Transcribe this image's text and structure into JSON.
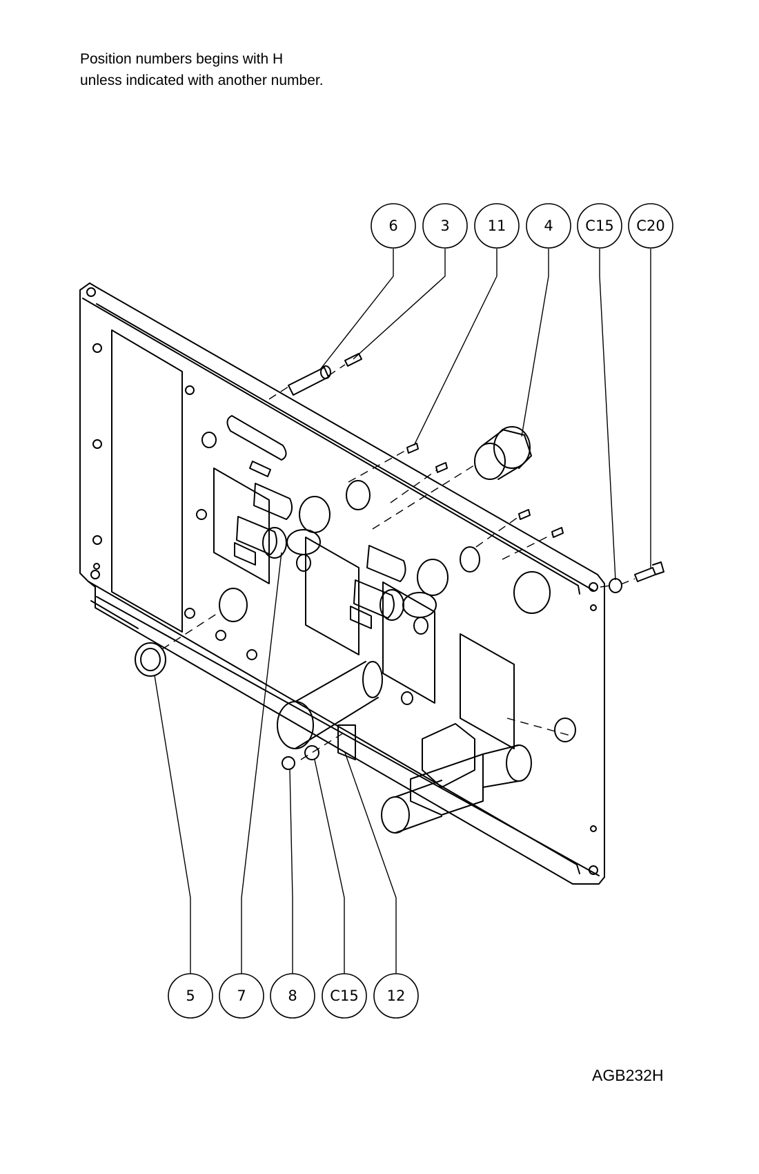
{
  "note": {
    "line1": "Position numbers begins with H",
    "line2": "unless indicated with another number."
  },
  "document_id": "AGB232H",
  "callouts": {
    "top": [
      "6",
      "3",
      "11",
      "4",
      "C15",
      "C20"
    ],
    "bottom": [
      "5",
      "7",
      "8",
      "C15",
      "12"
    ]
  }
}
